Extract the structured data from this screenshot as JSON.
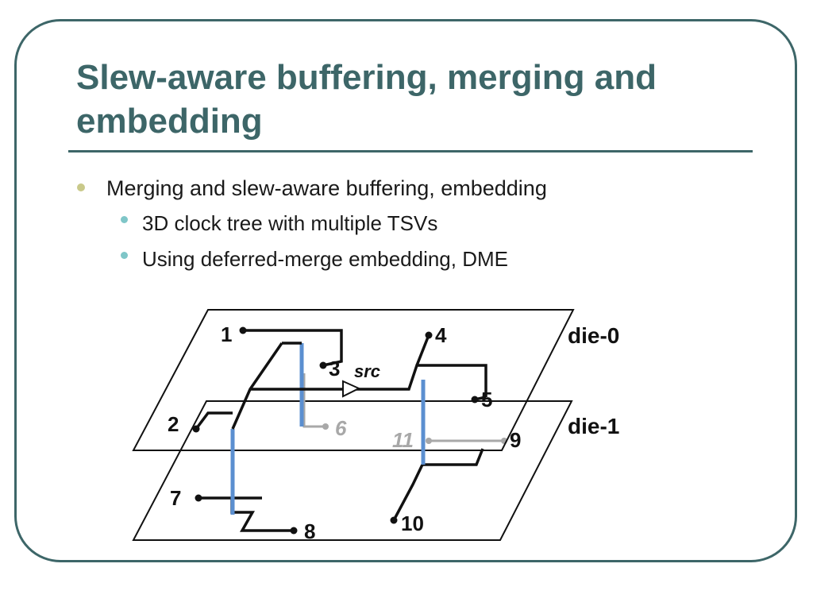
{
  "slide": {
    "title": "Slew-aware buffering, merging and embedding"
  },
  "bullets": {
    "main": "Merging and slew-aware buffering, embedding",
    "sub": [
      "3D clock tree with multiple TSVs",
      "Using deferred-merge embedding, DME"
    ]
  },
  "diagram": {
    "dies": [
      "die-0",
      "die-1"
    ],
    "source_label": "src",
    "nodes": [
      "1",
      "2",
      "3",
      "4",
      "5",
      "6",
      "7",
      "8",
      "9",
      "10",
      "11"
    ]
  },
  "colors": {
    "frame": "#3d6668",
    "title": "#3d6668",
    "bullet_l1": "#c9c98a",
    "bullet_l2": "#7fc6c8",
    "tsv": "#5b8fd0",
    "die1_wire": "#a8a8a8"
  }
}
